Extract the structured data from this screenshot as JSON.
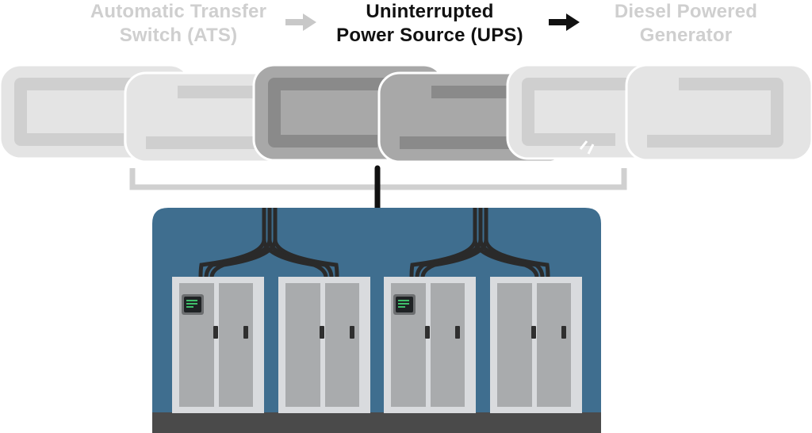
{
  "header": {
    "stages": [
      {
        "line1": "Automatic Transfer",
        "line2": "Switch (ATS)",
        "active": false
      },
      {
        "line1": "Uninterrupted",
        "line2": "Power Source (UPS)",
        "active": true
      },
      {
        "line1": "Diesel Powered",
        "line2": "Generator",
        "active": false
      }
    ],
    "arrows": [
      {
        "icon": "arrow-right-icon",
        "color": "#c8c8c8"
      },
      {
        "icon": "arrow-right-icon",
        "color": "#111111"
      }
    ]
  },
  "colors": {
    "chain_light": "#e4e4e4",
    "chain_light_inner": "#cfcfcf",
    "chain_dark": "#a8a8a8",
    "chain_dark_inner": "#8a8a8a",
    "room_background": "#3f6e8f",
    "floor": "#4a4a4a",
    "cabinet": "#d9dbde",
    "cabinet_door": "#a9abad",
    "screen_text": "#3fbf6a",
    "bracket": "#d0d0d0",
    "connector": "#111111"
  },
  "room": {
    "cabinet_groups": [
      {
        "units": [
          {
            "has_display": true
          },
          {
            "has_display": false
          }
        ]
      },
      {
        "units": [
          {
            "has_display": true
          },
          {
            "has_display": false
          }
        ]
      }
    ]
  }
}
